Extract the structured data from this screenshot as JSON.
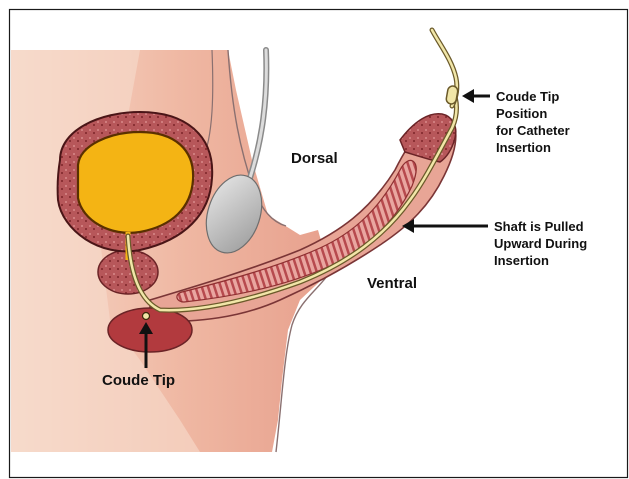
{
  "labels": {
    "coude_tip_position": [
      "Coude Tip",
      "Position",
      "for Catheter",
      "Insertion"
    ],
    "dorsal": "Dorsal",
    "shaft_pulled": [
      "Shaft is Pulled",
      "Upward During",
      "Insertion"
    ],
    "ventral": "Ventral",
    "coude_tip": "Coude Tip"
  },
  "colors": {
    "frame": "#1a1a1a",
    "skin_light": "#f6d2c4",
    "skin_mid": "#e9a691",
    "tissue": "#c9706c",
    "tissue_dark": "#8e2f31",
    "urine": "#f4b414",
    "catheter": "#f1e6a8",
    "testis": "#b8b8b8"
  }
}
